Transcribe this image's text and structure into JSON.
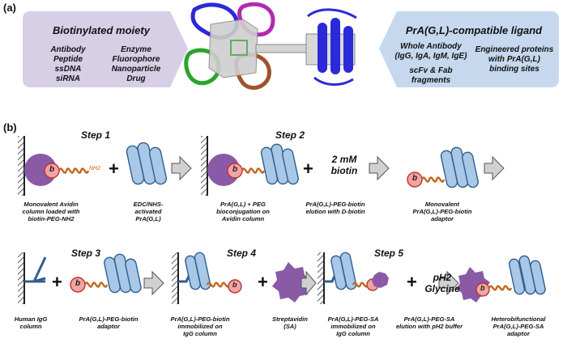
{
  "panel_a": {
    "label": "(a)",
    "left_bubble": {
      "title": "Biotinylated moiety",
      "col1": "Antibody\nPeptide\nssDNA\nsiRNA",
      "col2": "Enzyme\nFluorophore\nNanoparticle\nDrug",
      "color": "#d6cfe6"
    },
    "right_bubble": {
      "title": "PrA(G,L)-compatible ligand",
      "item1": "Whole Antibody\n(IgG, IgA, IgM, IgE)",
      "item2": "scFv & Fab\nfragments",
      "item3": "Engineered proteins\nwith PrA(G,L)\nbinding sites",
      "color": "#c5d8ee"
    }
  },
  "panel_b": {
    "label": "(b)",
    "steps": {
      "s1": "Step 1",
      "s2": "Step 2",
      "s3": "Step 3",
      "s4": "Step 4",
      "s5": "Step 5"
    },
    "biotin_letter": "b",
    "nh2_label": "NH2",
    "reagents": {
      "biotin": "2 mM\nbiotin",
      "glycine": "pH2\nGlycine"
    },
    "plus": "+",
    "captions": {
      "c1": "Monovalent Avidin\ncolumn loaded with\nbiotin-PEG-NH2",
      "c2": "EDC/NHS-\nactivated\nPrA(G,L)",
      "c3": "PrA(G,L) + PEG\nbioconjugation on\nAvidin column",
      "c4": "PrA(G,L)-PEG-biotin\nelution with D-biotin",
      "c5": "Monovalent\nPrA(G,L)-PEG-biotin\nadaptor",
      "c6": "Human IgG\ncolumn",
      "c7": "PrA(G,L)-PEG-biotin\nadaptor",
      "c8": "PrA(G,L)-PEG-biotin\nimmobilized on\nIgG column",
      "c9": "Streptavidin\n(SA)",
      "c10": "PrA(G,L)-PEG-SA\nimmobilized on\nIgG column",
      "c11": "PrA(G,L)-PEG-SA\nelution with pH2 buffer",
      "c12": "Heterobifunctional\nPrA(G,L)-PEG-SA\nadaptor"
    },
    "colors": {
      "avidin": "#8a5aa6",
      "biotin": "#f2a3a3",
      "peg": "#c0651c",
      "protein": "#a9c7e6",
      "igg": "#2f5f8f",
      "sa": "#8a5aa6",
      "arrow": "#b5b5b5"
    }
  }
}
